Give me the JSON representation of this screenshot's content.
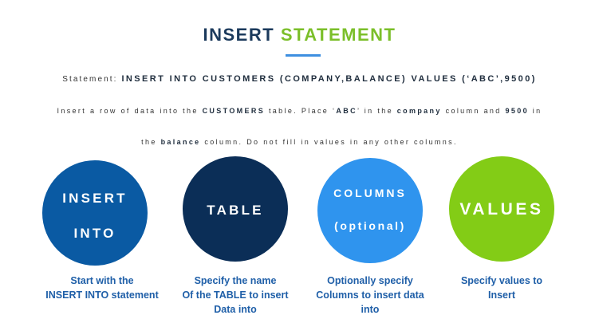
{
  "header": {
    "title_part1": "INSERT",
    "title_part2": "STATEMENT",
    "accent_color": "#3e8fe0"
  },
  "statement": {
    "prefix": "Statement:",
    "code": "INSERT INTO CUSTOMERS (COMPANY,BALANCE) VALUES (‘ABC’,9500)"
  },
  "description": {
    "line1": {
      "t1": "Insert a row of data into the",
      "b1": "CUSTOMERS",
      "t2": "table. Place ‘",
      "b2": "ABC",
      "t3": "’ in the",
      "b3": "company",
      "t4": "column and",
      "b4": "9500",
      "t5": "in"
    },
    "line2": {
      "t1": "the",
      "b1": "balance",
      "t2": "column. Do not fill in values in any other columns."
    }
  },
  "steps": [
    {
      "circle_lines": [
        "INSERT",
        "INTO"
      ],
      "color": "#0a5aa3",
      "caption": [
        "Start with the",
        "INSERT INTO statement"
      ]
    },
    {
      "circle_lines": [
        "TABLE"
      ],
      "color": "#0b2e57",
      "caption": [
        "Specify the name",
        "Of the TABLE to insert",
        "Data into"
      ]
    },
    {
      "circle_lines": [
        "COLUMNS",
        "(optional)"
      ],
      "color": "#2f94ee",
      "caption": [
        "Optionally specify",
        "Columns to insert data",
        "into"
      ]
    },
    {
      "circle_lines": [
        "VALUES"
      ],
      "color": "#83cc16",
      "caption": [
        "Specify values to",
        "Insert"
      ]
    }
  ]
}
